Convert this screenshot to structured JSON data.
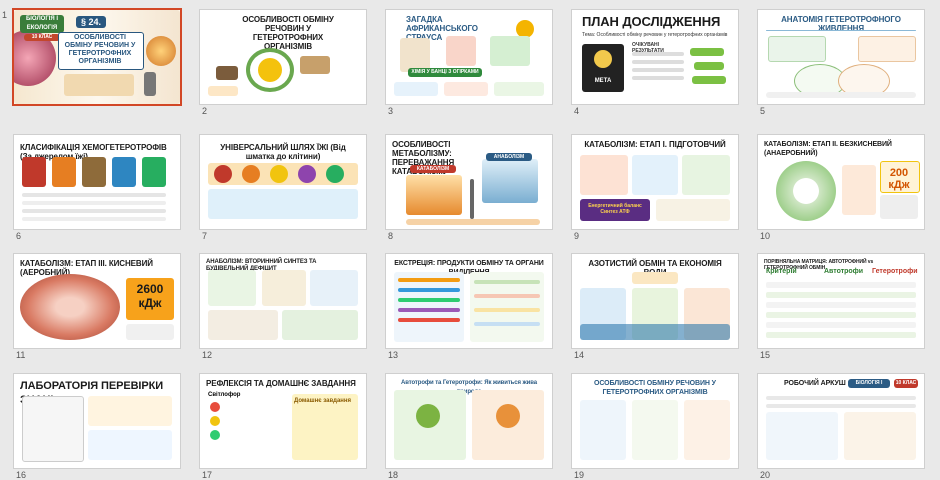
{
  "slides": [
    {
      "n": "1",
      "title": "ОСОБЛИВОСТІ ОБМІНУ РЕЧОВИН У ГЕТЕРОТРОФНИХ ОРГАНІЗМІВ",
      "sub": "БІОЛОГІЯ І ЕКОЛОГІЯ",
      "grade": "10 КЛАС",
      "section": "§ 24."
    },
    {
      "n": "2",
      "title": "ОСОБЛИВОСТІ ОБМІНУ РЕЧОВИН У ГЕТЕРОТРОФНИХ ОРГАНІЗМІВ"
    },
    {
      "n": "3",
      "title": "ЗАГАДКА АФРИКАНСЬКОГО СТРАУСА",
      "sub": "ХІМІЯ У БАНЦІ З ОГІРКАМИ"
    },
    {
      "n": "4",
      "title": "ПЛАН ДОСЛІДЖЕННЯ",
      "sub": "Тема: Особливості обміну речовин у гетеротрофних організмів",
      "goal": "МЕТА",
      "results": "ОЧІКУВАНІ РЕЗУЛЬТАТИ"
    },
    {
      "n": "5",
      "title": "АНАТОМІЯ ГЕТЕРОТРОФНОГО ЖИВЛЕННЯ"
    },
    {
      "n": "6",
      "title": "КЛАСИФІКАЦІЯ ХЕМОГЕТЕРОТРОФІВ (За джерелом їжі)"
    },
    {
      "n": "7",
      "title": "УНІВЕРСАЛЬНИЙ ШЛЯХ ЇЖІ (Від шматка до клітини)"
    },
    {
      "n": "8",
      "title": "ОСОБЛИВОСТІ МЕТАБОЛІЗМУ: ПЕРЕВАЖАННЯ КАТАБОЛІЗМУ",
      "left": "КАТАБОЛІЗМ",
      "right": "АНАБОЛІЗМ"
    },
    {
      "n": "9",
      "title": "КАТАБОЛІЗМ: ЕТАП І. ПІДГОТОВЧИЙ",
      "sub": "Енергетичний баланс Синтез АТФ"
    },
    {
      "n": "10",
      "title": "КАТАБОЛІЗМ: ЕТАП ІІ. БЕЗКИСНЕВИЙ (АНАЕРОБНИЙ)",
      "energy": "200 кДж"
    },
    {
      "n": "11",
      "title": "КАТАБОЛІЗМ: ЕТАП ІІІ. КИСНЕВИЙ (АЕРОБНИЙ)",
      "energy": "2600 кДж"
    },
    {
      "n": "12",
      "title": "АНАБОЛІЗМ: ВТОРИННИЙ СИНТЕЗ ТА БУДІВЕЛЬНИЙ ДЕФІЦИТ"
    },
    {
      "n": "13",
      "title": "ЕКСТРЕЦІЯ: ПРОДУКТИ ОБМІНУ ТА ОРГАНИ ВИДІЛЕННЯ"
    },
    {
      "n": "14",
      "title": "АЗОТИСТИЙ ОБМІН ТА ЕКОНОМІЯ ВОДИ"
    },
    {
      "n": "15",
      "title": "ПОРІВНЯЛЬНА МАТРИЦЯ: АВТОТРОФНИЙ vs ГЕТЕРОТРОФНИЙ ОБМІН",
      "cols": [
        "Критерій",
        "Автотрофи",
        "Гетеротрофи"
      ]
    },
    {
      "n": "16",
      "title": "ЛАБОРАТОРІЯ ПЕРЕВІРКИ ЗНАНЬ"
    },
    {
      "n": "17",
      "title": "РЕФЛЕКСІЯ ТА ДОМАШНЄ ЗАВДАННЯ",
      "sub": "Світлофор",
      "hw": "Домашнє завдання"
    },
    {
      "n": "18",
      "title": "Автотрофи та Гетеротрофи: Як живиться жива природа"
    },
    {
      "n": "19",
      "title": "ОСОБЛИВОСТІ ОБМІНУ РЕЧОВИН У ГЕТЕРОТРОФНИХ ОРГАНІЗМІВ"
    },
    {
      "n": "20",
      "title": "РОБОЧИЙ АРКУШ",
      "sub": "БІОЛОГІЯ І ЕКОЛОГІЯ",
      "grade": "10 КЛАС"
    }
  ],
  "colors": {
    "accent": "#d24726",
    "bg": "#e9e9e9"
  }
}
